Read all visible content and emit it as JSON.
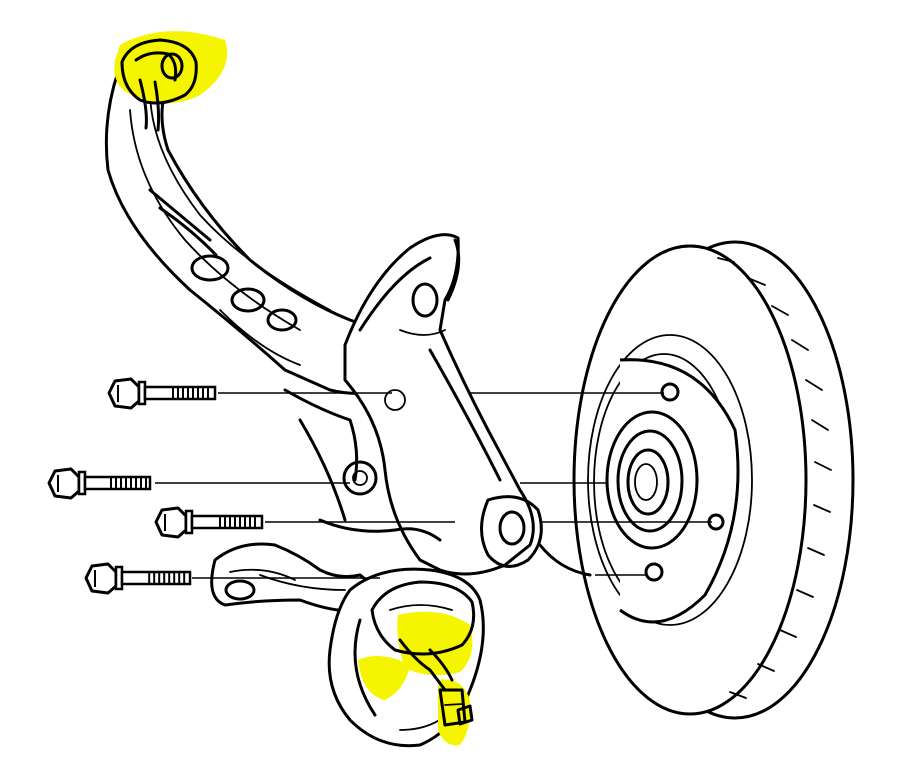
{
  "diagram": {
    "subject": "",
    "highlight_color": "#f5f500",
    "line_color": "#000000",
    "background_color": "#ffffff",
    "parts": [
      {
        "id": "control-arm",
        "kind": "lower-control-arm"
      },
      {
        "id": "knuckle",
        "kind": "steering-knuckle"
      },
      {
        "id": "hub",
        "kind": "hub-bearing"
      },
      {
        "id": "rotor",
        "kind": "brake-rotor"
      },
      {
        "id": "ball-joint",
        "kind": "ball-joint"
      },
      {
        "id": "bolt-1",
        "kind": "hex-bolt"
      },
      {
        "id": "bolt-2",
        "kind": "hex-bolt"
      },
      {
        "id": "bolt-3",
        "kind": "hex-bolt"
      },
      {
        "id": "bolt-4",
        "kind": "hex-bolt"
      }
    ],
    "highlighted_parts": [
      "control-arm-bushing",
      "ball-joint"
    ]
  }
}
